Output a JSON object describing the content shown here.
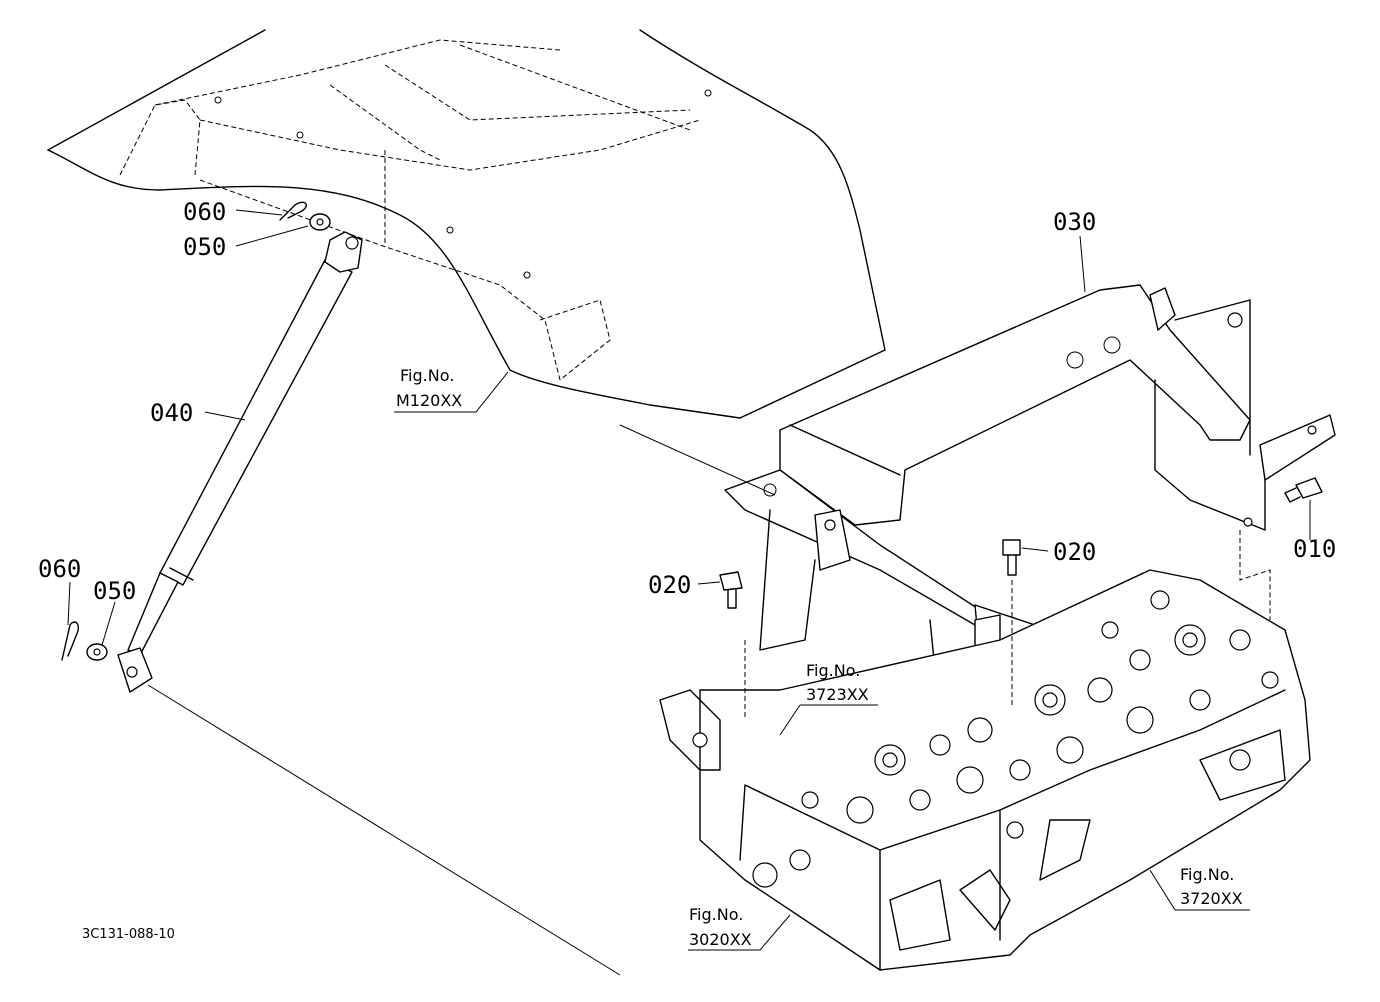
{
  "parts": {
    "p010": "010",
    "p020_left": "020",
    "p020_right": "020",
    "p030": "030",
    "p040": "040",
    "p050_top": "050",
    "p050_bottom": "050",
    "p060_top": "060",
    "p060_bottom": "060"
  },
  "figure_refs": {
    "m120": {
      "line1": "Fig.No.",
      "line2": "M120XX"
    },
    "r3723": {
      "line1": "Fig.No.",
      "line2": "3723XX"
    },
    "r3720": {
      "line1": "Fig.No.",
      "line2": "3720XX"
    },
    "r3020": {
      "line1": "Fig.No.",
      "line2": "3020XX"
    }
  },
  "drawing_code": "3C131-088-10"
}
